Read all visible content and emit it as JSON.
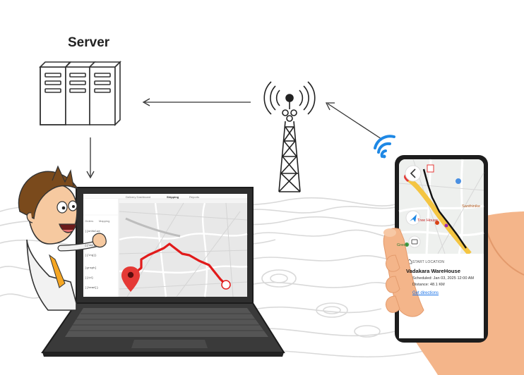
{
  "title": "Server",
  "nodes": {
    "server": {
      "label": "Server"
    },
    "tower": {
      "label": ""
    },
    "laptop": {
      "label": ""
    },
    "phone": {
      "label": ""
    },
    "person": {
      "label": ""
    }
  },
  "edges": [
    {
      "from": "tower",
      "to": "server",
      "label": ""
    },
    {
      "from": "phone",
      "to": "tower",
      "label": ""
    },
    {
      "from": "server",
      "to": "laptop",
      "label": ""
    }
  ],
  "laptop_screen": {
    "tabs": [
      "Delivery Dashboard",
      "Shipping",
      "Reports"
    ],
    "side_labels": [
      "Orders",
      "Mapping"
    ],
    "side_code": [
      "[{onValue",
      "[{lat]",
      "[{lng]}",
      "[graph]",
      "[{id]",
      "[{head]}"
    ]
  },
  "phone_screen": {
    "section_label": "START LOCATION",
    "warehouse": "Vadakara WareHouse",
    "scheduled": "Scheduled: Jan 03, 2025 12:00 AM",
    "distance": "Distance: 48.1 KM",
    "directions": "Get directions",
    "map_labels": {
      "place1": "Tree House",
      "place2": "Santhinike",
      "place3": "Green"
    }
  },
  "colors": {
    "route": "#e11a1a",
    "marker": "#e53935",
    "wifi": "#1e88e5",
    "line": "#333333",
    "link": "#1a73e8"
  },
  "icons": {
    "marker": "map-pin-icon",
    "wifi": "wifi-icon",
    "back": "back-arrow-icon",
    "home": "home-icon",
    "calendar": "calendar-icon",
    "distance": "distance-icon",
    "directions": "directions-arrow-icon",
    "navigate": "navigation-icon",
    "chat": "chat-icon"
  }
}
